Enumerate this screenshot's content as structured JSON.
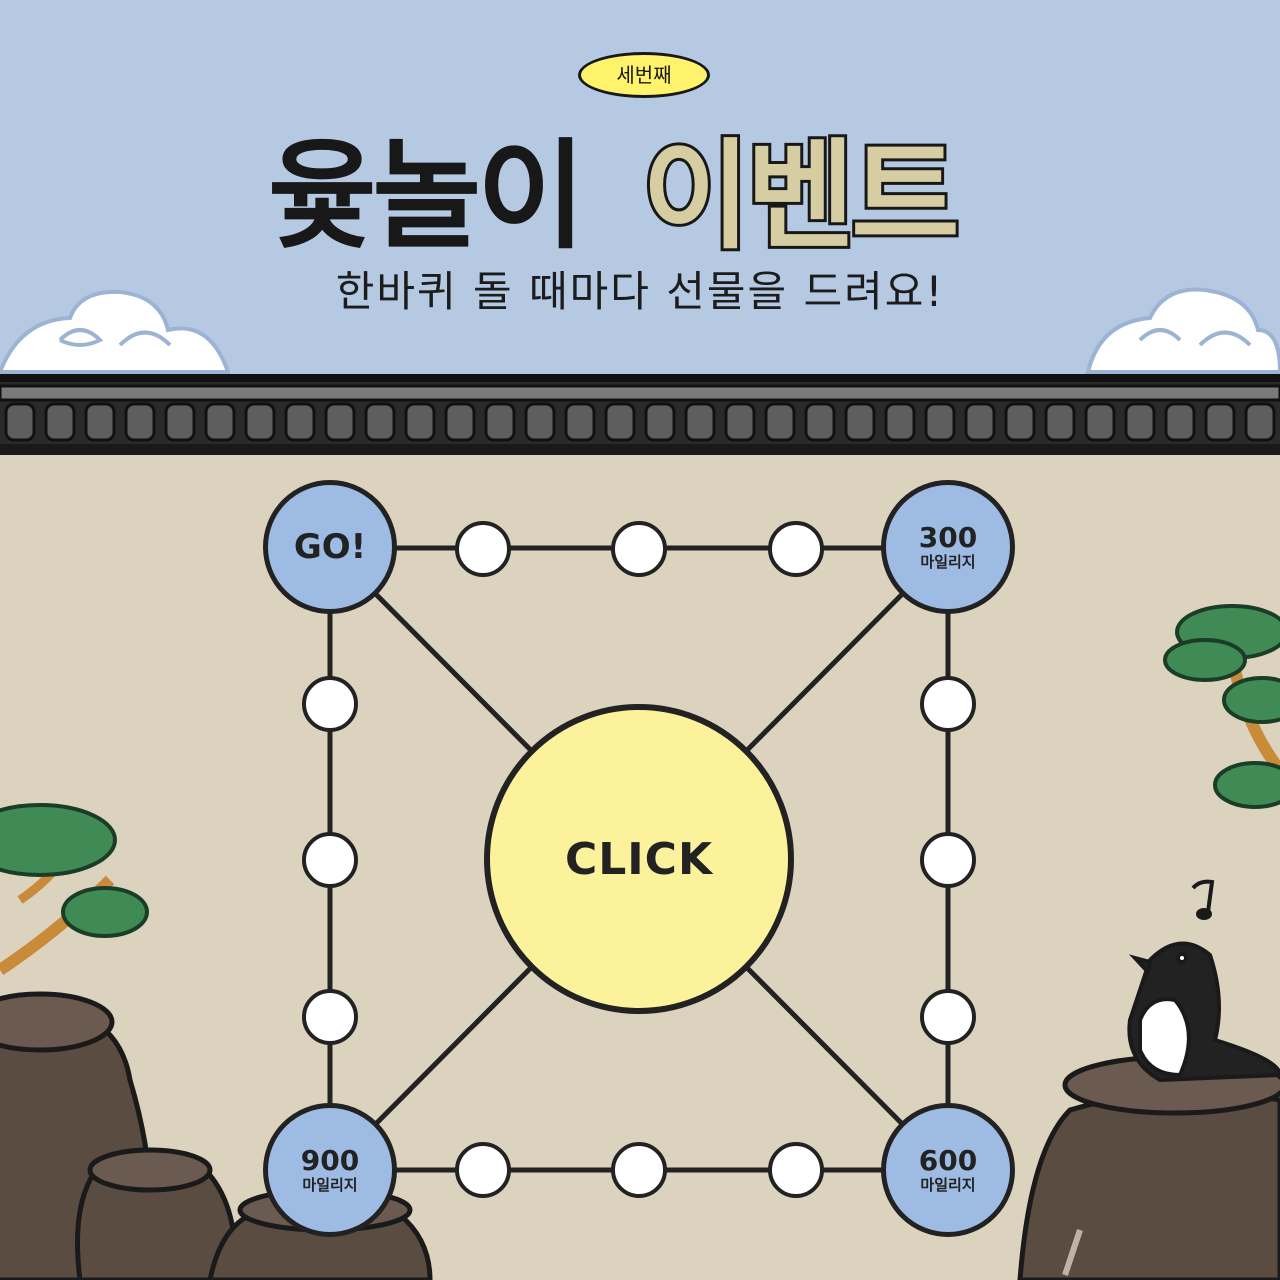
{
  "header": {
    "badge": "세번째",
    "title_part1": "윷놀이",
    "title_part2": "이벤트",
    "subtitle": "한바퀴 돌 때마다 선물을 드려요!"
  },
  "board": {
    "start_label": "GO!",
    "center_label": "CLICK",
    "corners": [
      {
        "points": "300",
        "unit": "마일리지"
      },
      {
        "points": "600",
        "unit": "마일리지"
      },
      {
        "points": "900",
        "unit": "마일리지"
      }
    ]
  },
  "colors": {
    "sky": "#b6c9e3",
    "ground": "#dcd3bf",
    "corner_node": "#9dbbe3",
    "center_button": "#fdf29c",
    "badge": "#fff36b"
  },
  "icons": [
    "cloud-icon",
    "pine-tree-icon",
    "magpie-icon",
    "jar-icon",
    "music-note-icon"
  ]
}
